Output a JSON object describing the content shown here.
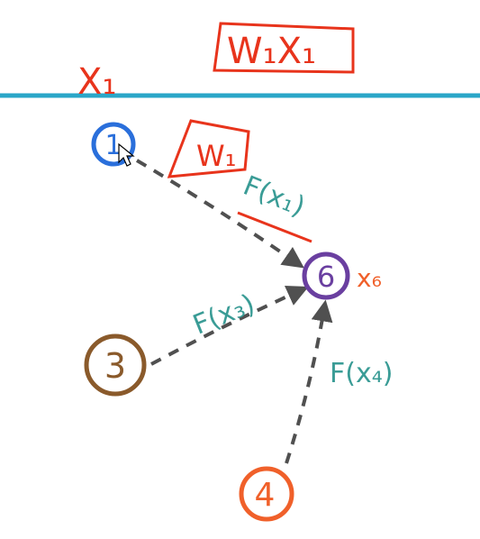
{
  "annotations": {
    "top_box_text": "W₁X₁",
    "x1_label": "X₁",
    "w1_label": "W₁"
  },
  "nodes": [
    {
      "id": "1",
      "label": "1",
      "color": "#2a6fdb"
    },
    {
      "id": "3",
      "label": "3",
      "color": "#8a5a2b"
    },
    {
      "id": "4",
      "label": "4",
      "color": "#f0602a"
    },
    {
      "id": "6",
      "label": "6",
      "color": "#6a3fa0"
    }
  ],
  "node6_subscript_label": "x₆",
  "edge_labels": {
    "edge_1_6": "F(x₁)",
    "edge_3_6": "F(x₃)",
    "edge_4_6": "F(x₄)"
  },
  "colors": {
    "red_ink": "#e8341c",
    "teal_ink": "#3a9c96",
    "orange_ink": "#f0602a",
    "divider": "#2aa6c8",
    "edge": "#505050"
  }
}
